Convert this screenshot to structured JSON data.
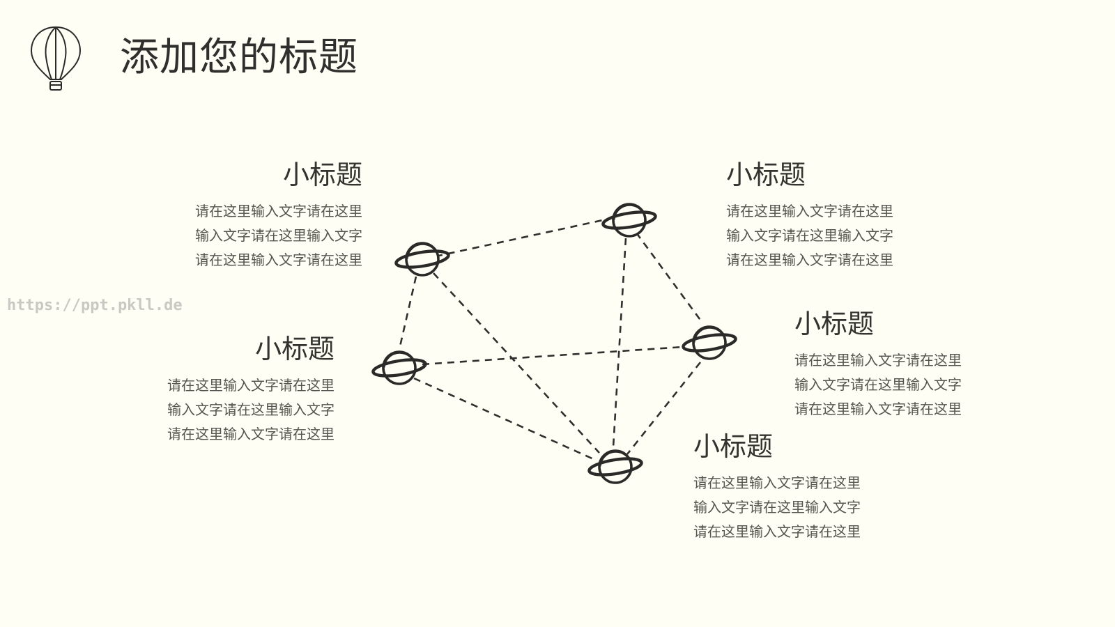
{
  "slide": {
    "title": "添加您的标题",
    "title_icon": "hot-air-balloon-icon",
    "background_color": "#fefef4",
    "ink_color": "#2a2a28"
  },
  "watermark": "https://ppt.pkll.de",
  "diagram": {
    "node_icon": "planet-icon"
  },
  "blocks": [
    {
      "heading": "小标题",
      "lines": [
        "请在这里输入文字请在这里",
        "输入文字请在这里输入文字",
        "请在这里输入文字请在这里"
      ]
    },
    {
      "heading": "小标题",
      "lines": [
        "请在这里输入文字请在这里",
        "输入文字请在这里输入文字",
        "请在这里输入文字请在这里"
      ]
    },
    {
      "heading": "小标题",
      "lines": [
        "请在这里输入文字请在这里",
        "输入文字请在这里输入文字",
        "请在这里输入文字请在这里"
      ]
    },
    {
      "heading": "小标题",
      "lines": [
        "请在这里输入文字请在这里",
        "输入文字请在这里输入文字",
        "请在这里输入文字请在这里"
      ]
    },
    {
      "heading": "小标题",
      "lines": [
        "请在这里输入文字请在这里",
        "输入文字请在这里输入文字",
        "请在这里输入文字请在这里"
      ]
    }
  ]
}
